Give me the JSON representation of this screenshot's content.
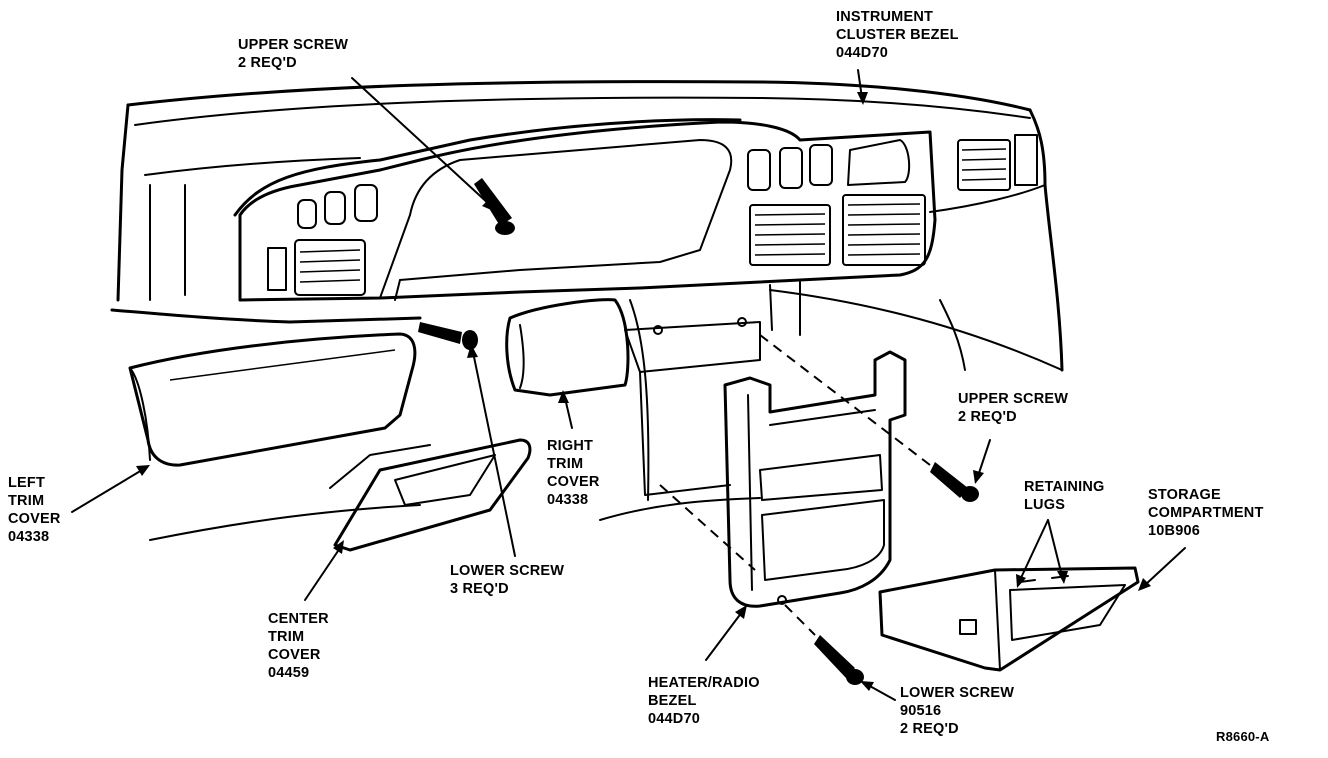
{
  "labels": {
    "upper_screw_top": [
      "UPPER SCREW",
      "2 REQ'D"
    ],
    "instrument_cluster_bezel": [
      "INSTRUMENT",
      "CLUSTER BEZEL",
      "044D70"
    ],
    "upper_screw_right": [
      "UPPER SCREW",
      "2 REQ'D"
    ],
    "retaining_lugs": [
      "RETAINING",
      "LUGS"
    ],
    "storage_compartment": [
      "STORAGE",
      "COMPARTMENT",
      "10B906"
    ],
    "right_trim_cover": [
      "RIGHT",
      "TRIM",
      "COVER",
      "04338"
    ],
    "left_trim_cover": [
      "LEFT",
      "TRIM",
      "COVER",
      "04338"
    ],
    "lower_screw_center": [
      "LOWER SCREW",
      "3 REQ'D"
    ],
    "center_trim_cover": [
      "CENTER",
      "TRIM",
      "COVER",
      "04459"
    ],
    "heater_radio_bezel": [
      "HEATER/RADIO",
      "BEZEL",
      "044D70"
    ],
    "lower_screw_bottom": [
      "LOWER SCREW",
      "90516",
      "2 REQ'D"
    ],
    "figure_code": [
      "R8660-A"
    ]
  }
}
